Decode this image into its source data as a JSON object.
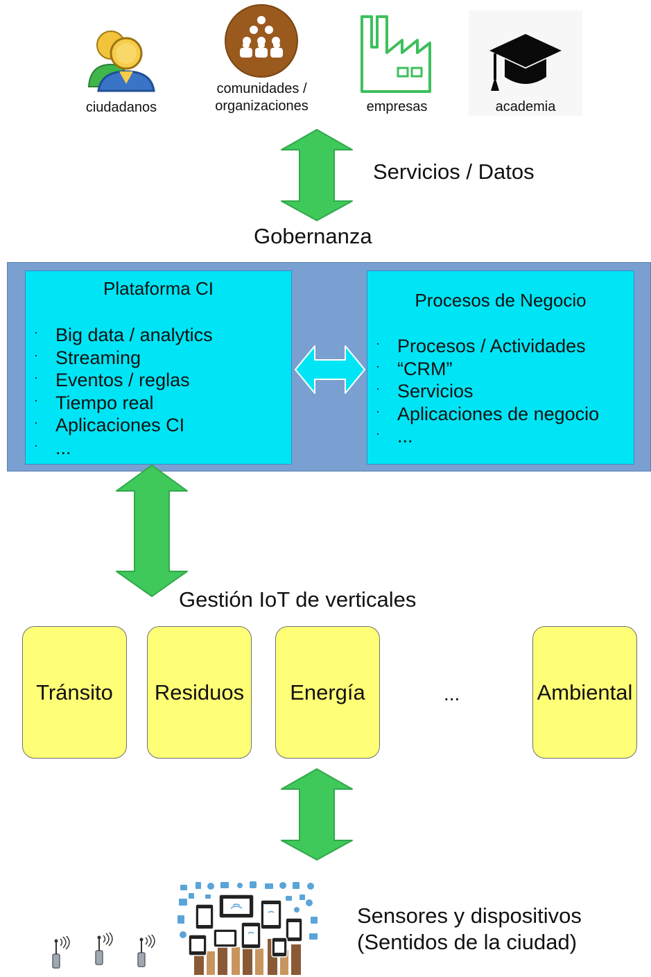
{
  "stakeholders": {
    "citizens": "ciudadanos",
    "communities_line1": "comunidades /",
    "communities_line2": "organizaciones",
    "companies": "empresas",
    "academia": "academia"
  },
  "top_link_label": "Servicios / Datos",
  "governance_label": "Gobernanza",
  "platform_box": {
    "title": "Plataforma CI",
    "items": [
      "Big data / analytics",
      "Streaming",
      "Eventos / reglas",
      "Tiempo real",
      "Aplicaciones CI",
      "..."
    ]
  },
  "business_box": {
    "title": "Procesos de Negocio",
    "items": [
      "Procesos / Actividades",
      "“CRM”",
      "Servicios",
      "Aplicaciones de negocio",
      "..."
    ]
  },
  "bullet": "·",
  "verticals_label": "Gestión IoT de verticales",
  "verticals": [
    "Tránsito",
    "Residuos",
    "Energía",
    "Ambiental"
  ],
  "verticals_ellipsis": "...",
  "sensors": {
    "line1": "Sensores y dispositivos",
    "line2": "(Sentidos de la ciudad)"
  },
  "colors": {
    "arrow_green": "#3fc95a",
    "band_blue": "#7aa0d2",
    "box_cyan": "#00e5f5",
    "vertical_yellow": "#ffff77",
    "factory_green": "#3dbf5c",
    "community_brown": "#9a5a1e"
  }
}
